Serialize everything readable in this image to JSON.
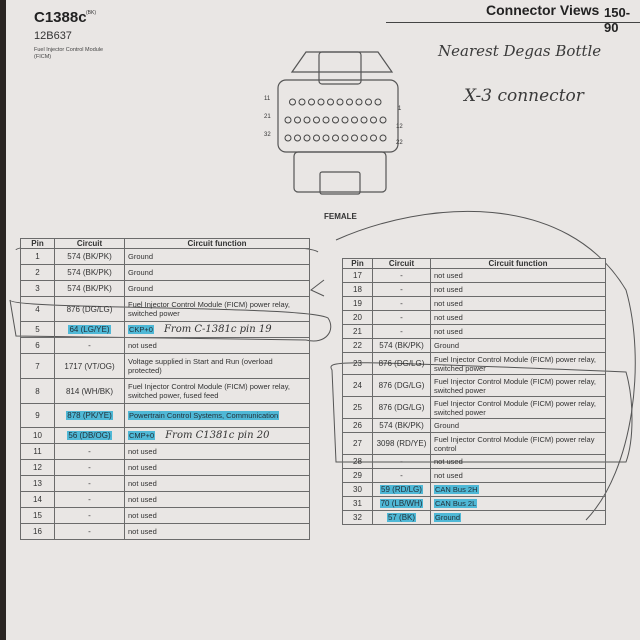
{
  "header": {
    "title": "Connector Views",
    "page": "150-90"
  },
  "connector": {
    "id": "C1388c",
    "color_code": "(BK)",
    "part_number": "12B637",
    "description": "Fuel Injector Control Module (FICM)",
    "view_label": "FEMALE",
    "pin_labels": [
      "11",
      "21",
      "32",
      "1",
      "12",
      "22"
    ]
  },
  "handwritten_notes": [
    "Nearest Degas Bottle",
    "X-3 connector"
  ],
  "columns": {
    "pin": "Pin",
    "circuit": "Circuit",
    "function": "Circuit function"
  },
  "left_table": [
    {
      "pin": "1",
      "circuit": "574 (BK/PK)",
      "function": "Ground"
    },
    {
      "pin": "2",
      "circuit": "574 (BK/PK)",
      "function": "Ground"
    },
    {
      "pin": "3",
      "circuit": "574 (BK/PK)",
      "function": "Ground"
    },
    {
      "pin": "4",
      "circuit": "876 (DG/LG)",
      "function": "Fuel Injector Control Module (FICM) power relay, switched power"
    },
    {
      "pin": "5",
      "circuit": "64 (LG/YE)",
      "function": "CKP+0",
      "note": "From C-1381c pin 19",
      "hl": true
    },
    {
      "pin": "6",
      "circuit": "-",
      "function": "not used"
    },
    {
      "pin": "7",
      "circuit": "1717 (VT/OG)",
      "function": "Voltage supplied in Start and Run (overload protected)"
    },
    {
      "pin": "8",
      "circuit": "814 (WH/BK)",
      "function": "Fuel Injector Control Module (FICM) power relay, switched power, fused feed"
    },
    {
      "pin": "9",
      "circuit": "878 (PK/YE)",
      "function": "Powertrain Control Systems, Communication",
      "hl": true
    },
    {
      "pin": "10",
      "circuit": "56 (DB/OG)",
      "function": "CMP+0",
      "note": "From C1381c pin 20",
      "hl": true
    },
    {
      "pin": "11",
      "circuit": "-",
      "function": "not used"
    },
    {
      "pin": "12",
      "circuit": "-",
      "function": "not used"
    },
    {
      "pin": "13",
      "circuit": "-",
      "function": "not used"
    },
    {
      "pin": "14",
      "circuit": "-",
      "function": "not used"
    },
    {
      "pin": "15",
      "circuit": "-",
      "function": "not used"
    },
    {
      "pin": "16",
      "circuit": "-",
      "function": "not used"
    }
  ],
  "right_table": [
    {
      "pin": "17",
      "circuit": "-",
      "function": "not used"
    },
    {
      "pin": "18",
      "circuit": "-",
      "function": "not used"
    },
    {
      "pin": "19",
      "circuit": "-",
      "function": "not used"
    },
    {
      "pin": "20",
      "circuit": "-",
      "function": "not used"
    },
    {
      "pin": "21",
      "circuit": "-",
      "function": "not used"
    },
    {
      "pin": "22",
      "circuit": "574 (BK/PK)",
      "function": "Ground"
    },
    {
      "pin": "23",
      "circuit": "876 (DG/LG)",
      "function": "Fuel Injector Control Module (FICM) power relay, switched power"
    },
    {
      "pin": "24",
      "circuit": "876 (DG/LG)",
      "function": "Fuel Injector Control Module (FICM) power relay, switched power"
    },
    {
      "pin": "25",
      "circuit": "876 (DG/LG)",
      "function": "Fuel Injector Control Module (FICM) power relay, switched power"
    },
    {
      "pin": "26",
      "circuit": "574 (BK/PK)",
      "function": "Ground"
    },
    {
      "pin": "27",
      "circuit": "3098 (RD/YE)",
      "function": "Fuel Injector Control Module (FICM) power relay control"
    },
    {
      "pin": "28",
      "circuit": "-",
      "function": "not used"
    },
    {
      "pin": "29",
      "circuit": "-",
      "function": "not used"
    },
    {
      "pin": "30",
      "circuit": "59 (RD/LG)",
      "function": "CAN Bus 2H",
      "hl": true
    },
    {
      "pin": "31",
      "circuit": "70 (LB/WH)",
      "function": "CAN Bus 2L",
      "hl": true
    },
    {
      "pin": "32",
      "circuit": "57 (BK)",
      "function": "Ground",
      "hl": true
    }
  ],
  "colors": {
    "highlighter": "#4fb8d6",
    "paper": "#e9e6e4",
    "ink": "#333333"
  }
}
